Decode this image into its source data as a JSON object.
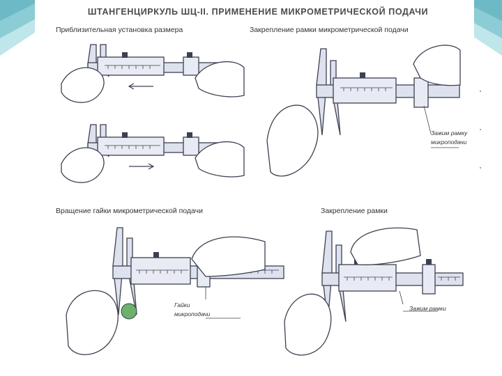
{
  "slide": {
    "title": "ШТАНГЕНЦИРКУЛЬ ШЦ-II. ПРИМЕНЕНИЕ МИКРОМЕТРИЧЕСКОЙ ПОДАЧИ"
  },
  "panels": {
    "approx_setting": {
      "caption": "Приблизительная установка размера"
    },
    "clamp_frame_micro": {
      "caption": "Закрепление рамки микрометрической подачи",
      "callout_line1": "Зажим рамку",
      "callout_line2": "микроподачи"
    },
    "rotate_nut": {
      "caption": "Вращение гайки микрометрической подачи",
      "callout_line1": "Гайки",
      "callout_line2": "микроподачи"
    },
    "clamp_frame": {
      "caption": "Закрепление рамки",
      "callout": "Зажим рамки"
    }
  },
  "colors": {
    "caliper_fill": "#dde2ee",
    "caliper_stroke": "#3d4050",
    "skin": "#ffffff",
    "accent_green": "#6cb26a",
    "corner_teal": "#8fd1d8"
  }
}
